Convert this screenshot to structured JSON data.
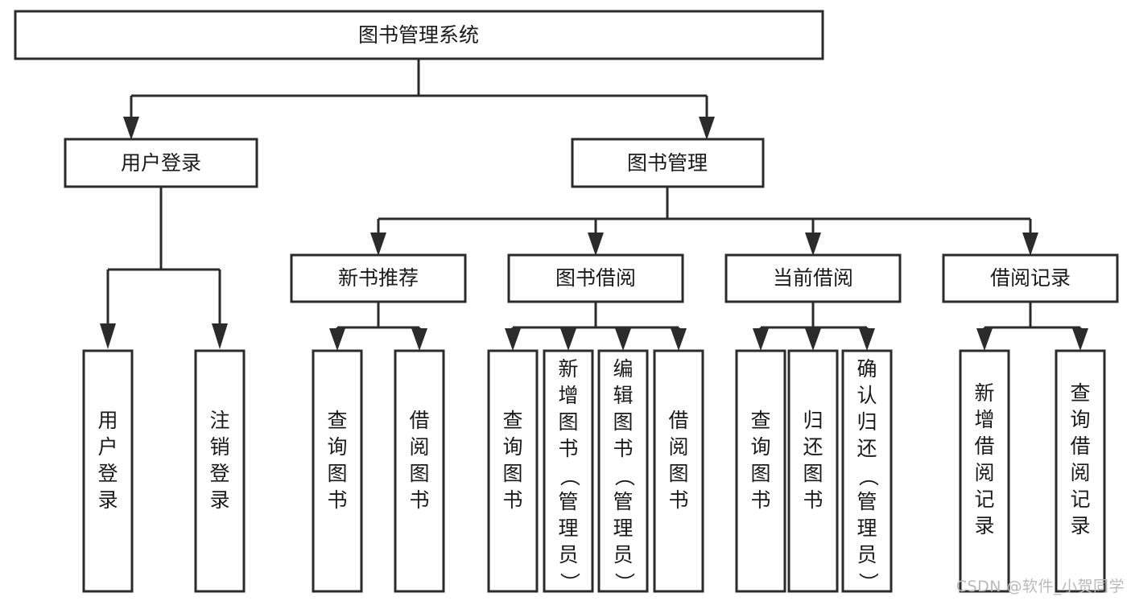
{
  "diagram": {
    "type": "hierarchy-tree",
    "title": "图书管理系统",
    "watermark": "CSDN @软件_小贺同学",
    "colors": {
      "stroke": "#2b2b2b",
      "fill": "#ffffff",
      "text": "#1a1a1a",
      "watermark": "#b9b9b9",
      "background": "#ffffff"
    },
    "root": {
      "label": "图书管理系统"
    },
    "level2": [
      {
        "label": "用户登录"
      },
      {
        "label": "图书管理"
      }
    ],
    "level3": [
      {
        "label": "新书推荐"
      },
      {
        "label": "图书借阅"
      },
      {
        "label": "当前借阅"
      },
      {
        "label": "借阅记录"
      }
    ],
    "leaves": {
      "user_login": [
        {
          "label": "用户登录"
        },
        {
          "label": "注销登录"
        }
      ],
      "new_book_recommend": [
        {
          "label": "查询图书"
        },
        {
          "label": "借阅图书"
        }
      ],
      "book_borrow": [
        {
          "label": "查询图书"
        },
        {
          "label": "新增图书（管理员）"
        },
        {
          "label": "编辑图书（管理员）"
        },
        {
          "label": "借阅图书"
        }
      ],
      "current_borrow": [
        {
          "label": "查询图书"
        },
        {
          "label": "归还图书"
        },
        {
          "label": "确认归还（管理员）"
        }
      ],
      "borrow_record": [
        {
          "label": "新增借阅记录"
        },
        {
          "label": "查询借阅记录"
        }
      ]
    }
  }
}
